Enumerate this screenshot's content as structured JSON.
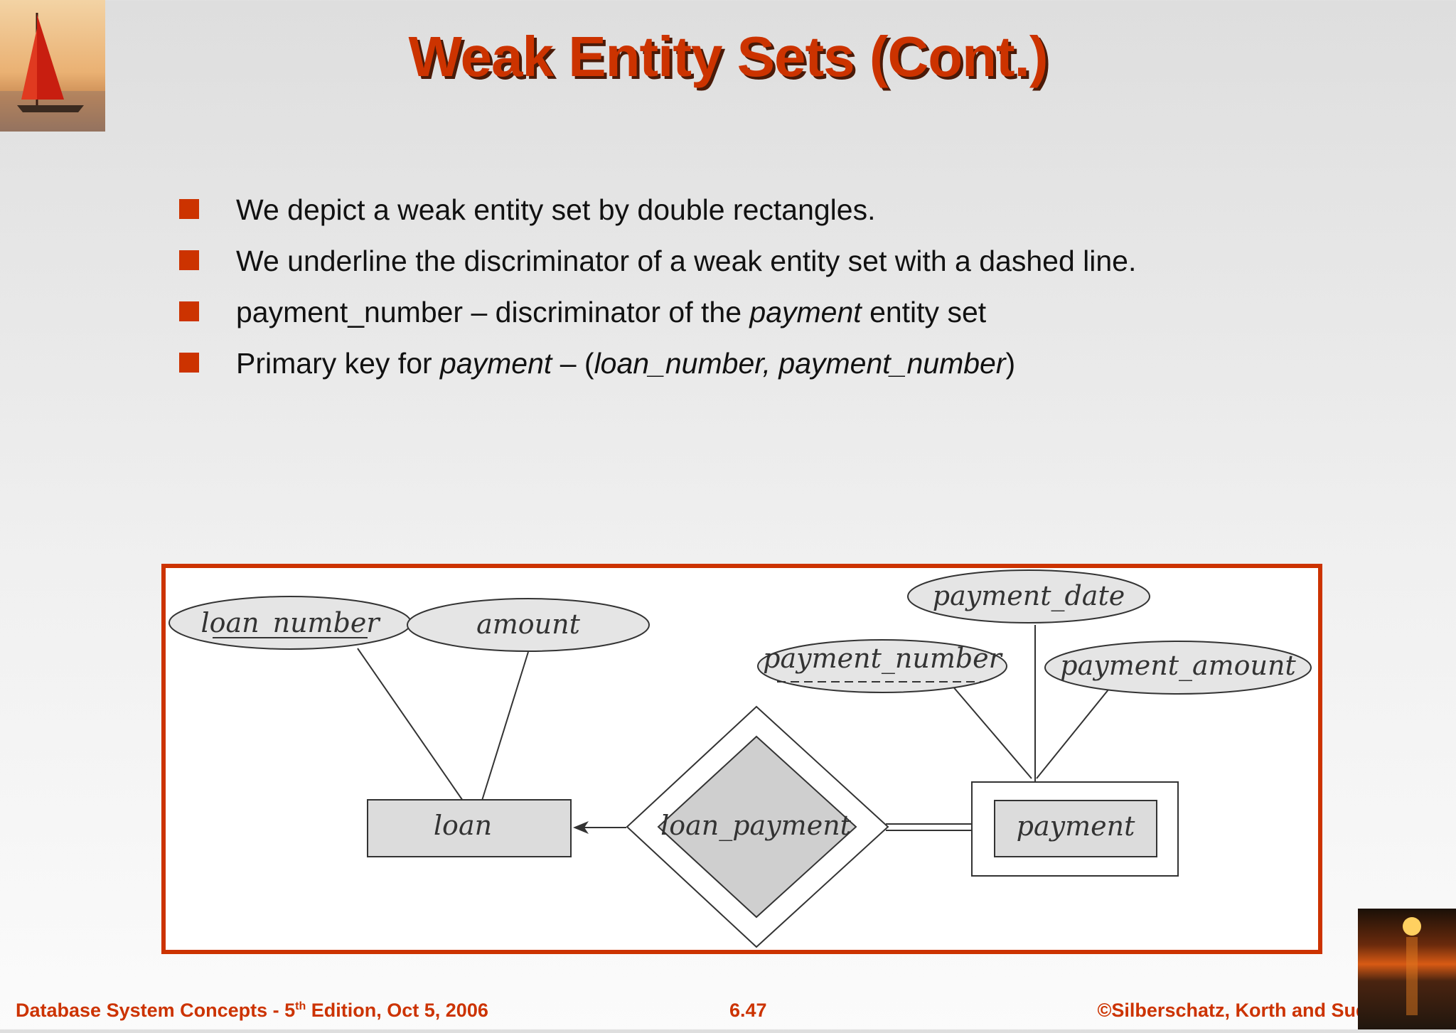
{
  "slide": {
    "title": "Weak Entity Sets (Cont.)",
    "bullets": [
      {
        "parts": [
          "We depict a weak entity set by double rectangles."
        ]
      },
      {
        "parts": [
          "We underline the discriminator of a weak entity set  with a dashed line."
        ]
      },
      {
        "parts": [
          "payment_number – discriminator of the ",
          "payment",
          " entity set"
        ]
      },
      {
        "parts": [
          "Primary key for ",
          "payment",
          " – (",
          "loan_number, payment_number",
          ")"
        ]
      }
    ]
  },
  "diagram": {
    "entities": {
      "loan": "loan",
      "payment": "payment"
    },
    "relationship": "loan_payment",
    "attributes": {
      "loan_number": "loan_number",
      "amount": "amount",
      "payment_date": "payment_date",
      "payment_number": "payment_number",
      "payment_amount": "payment_amount"
    }
  },
  "footer": {
    "left_prefix": "Database System Concepts - 5",
    "left_sup": "th",
    "left_suffix": " Edition, Oct 5, 2006",
    "page": "6.47",
    "copyright": "©Silberschatz, Korth and Sudarshan"
  },
  "colors": {
    "accent": "#cc3300",
    "entity_fill": "#dcdcdc",
    "frame": "#cc3300"
  }
}
